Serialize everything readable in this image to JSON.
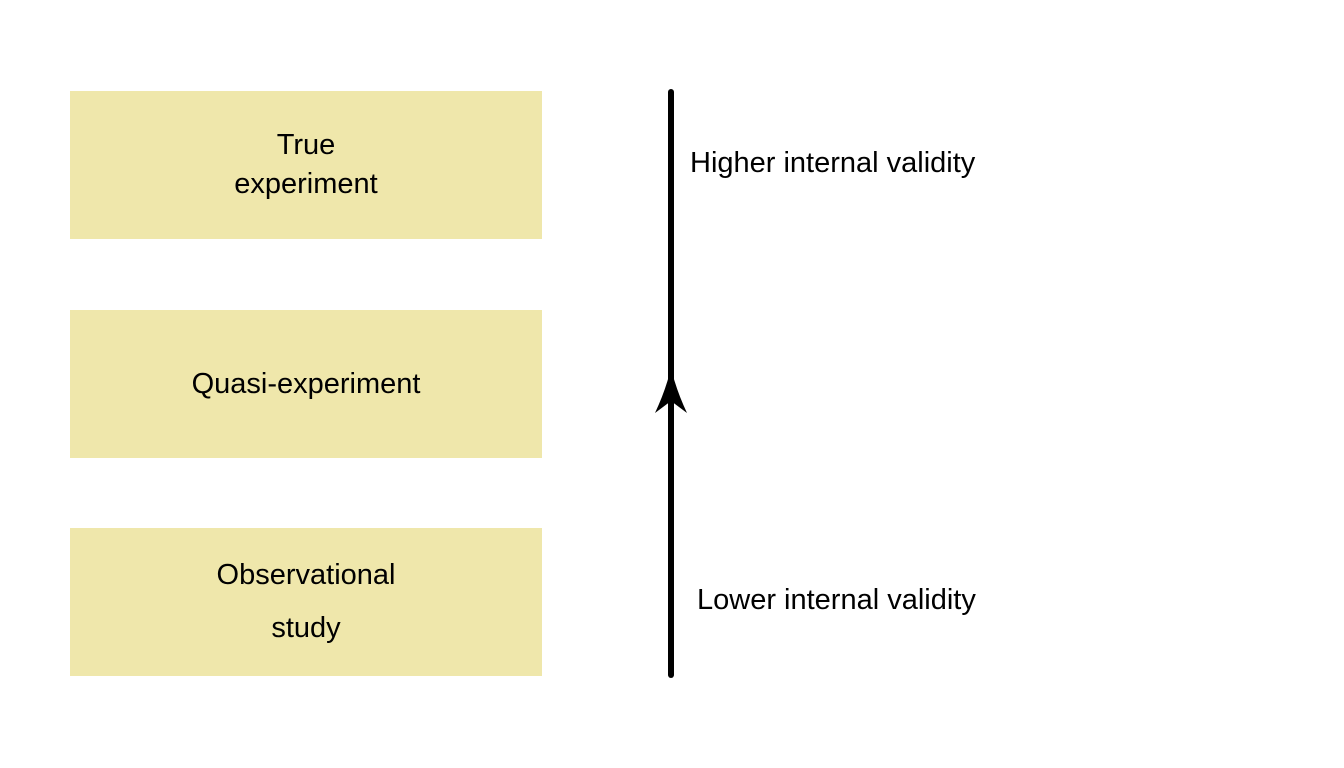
{
  "diagram": {
    "boxes": [
      {
        "label": "True\nexperiment"
      },
      {
        "label": "Quasi-experiment"
      },
      {
        "label": "Observational\nstudy"
      }
    ],
    "axis": {
      "high_label": "Higher internal validity",
      "low_label": "Lower internal validity",
      "direction": "up"
    },
    "colors": {
      "box_fill": "#efe7ab",
      "arrow": "#000000",
      "background": "#ffffff"
    }
  }
}
